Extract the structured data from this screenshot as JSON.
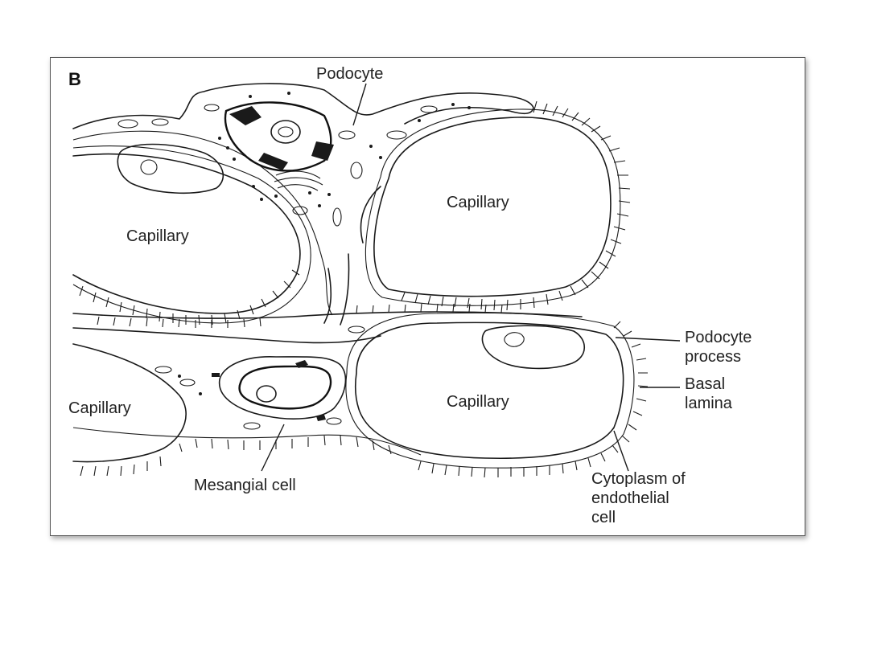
{
  "figure": {
    "panel_letter": "B",
    "labels": {
      "podocyte": "Podocyte",
      "capillary_top_right": "Capillary",
      "capillary_top_left": "Capillary",
      "capillary_bottom_center": "Capillary",
      "capillary_bottom_left": "Capillary",
      "podocyte_process_line1": "Podocyte",
      "podocyte_process_line2": "process",
      "basal_lamina_line1": "Basal",
      "basal_lamina_line2": "lamina",
      "mesangial_cell": "Mesangial cell",
      "endothelial_line1": "Cytoplasm of",
      "endothelial_line2": "endothelial",
      "endothelial_line3": "cell"
    }
  },
  "colors": {
    "ink": "#1a1a1a",
    "frame_border": "#555555",
    "background": "#ffffff"
  }
}
